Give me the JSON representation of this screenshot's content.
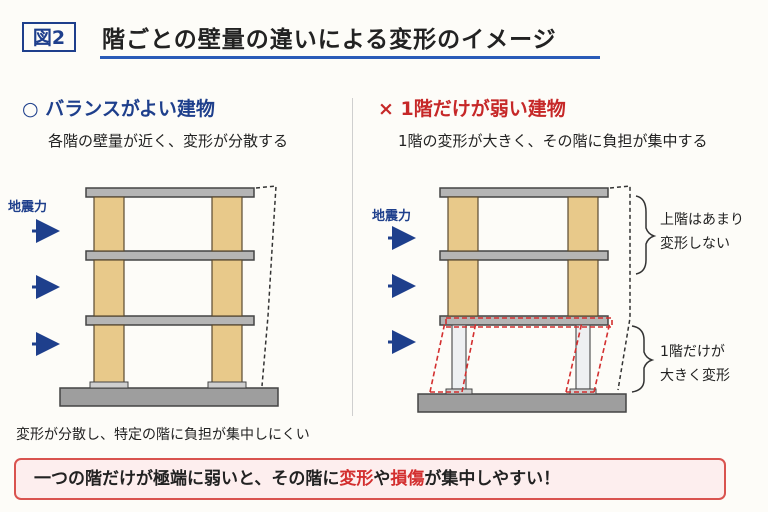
{
  "figure_label": "図2",
  "title": "階ごとの壁量の違いによる変形のイメージ",
  "left": {
    "symbol": "○",
    "heading": "バランスがよい建物",
    "description": "各階の壁量が近く、変形が分散する",
    "earthquake_label": "地震力",
    "caption": "変形が分散し、特定の階に負担が集中しにくい"
  },
  "right": {
    "symbol": "×",
    "heading": "1階だけが弱い建物",
    "description": "1階の変形が大きく、その階に負担が集中する",
    "earthquake_label": "地震力",
    "upper_note": [
      "上階はあまり",
      "変形しない"
    ],
    "lower_note": [
      "1階だけが",
      "大きく変形"
    ]
  },
  "banner": {
    "part1": "一つの階だけが極端に弱いと、その階に",
    "highlight1": "変形",
    "part2": "や",
    "highlight2": "損傷",
    "part3": "が集中しやすい！"
  },
  "colors": {
    "accent_blue": "#1e3f8c",
    "accent_red": "#d32f2f",
    "wall_wood": "#e8c98a",
    "slab_gray": "#a9a9a9"
  }
}
